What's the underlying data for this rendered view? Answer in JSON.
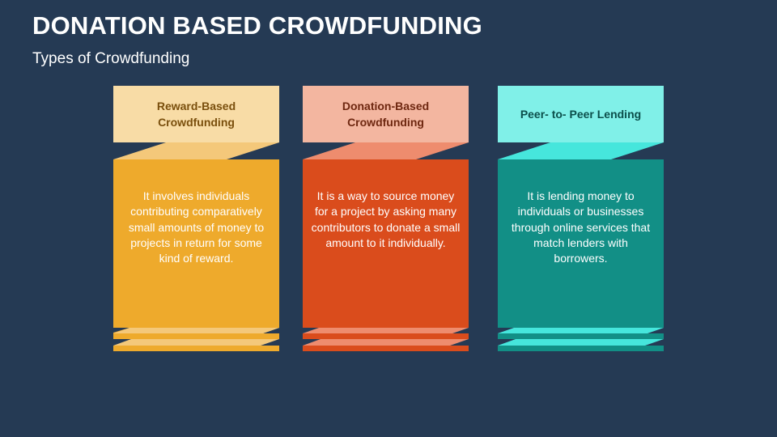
{
  "slide": {
    "title": "DONATION BASED CROWDFUNDING",
    "subtitle": "Types of Crowdfunding"
  },
  "cards": [
    {
      "heading": "Reward-Based Crowdfunding",
      "description": "It involves individuals contributing comparatively small amounts of money to projects in return for some kind of reward.",
      "colors": {
        "header": "#f8dca6",
        "fold": "#f4c87a",
        "body": "#eeaa2c",
        "heading_text": "#7a4f0d"
      }
    },
    {
      "heading": "Donation-Based Crowdfunding",
      "description": "It is a way to source money for a project by asking many contributors to donate a small amount to it individually.",
      "colors": {
        "header": "#f3b6a0",
        "fold": "#ee8c6e",
        "body": "#da4c1c",
        "heading_text": "#6e2710"
      }
    },
    {
      "heading": "Peer- to- Peer Lending",
      "description": "It is lending money to individuals or businesses through online services that match lenders with borrowers.",
      "colors": {
        "header": "#80f0e8",
        "fold": "#46e6dc",
        "body": "#128f86",
        "heading_text": "#0b4e4a"
      }
    }
  ]
}
